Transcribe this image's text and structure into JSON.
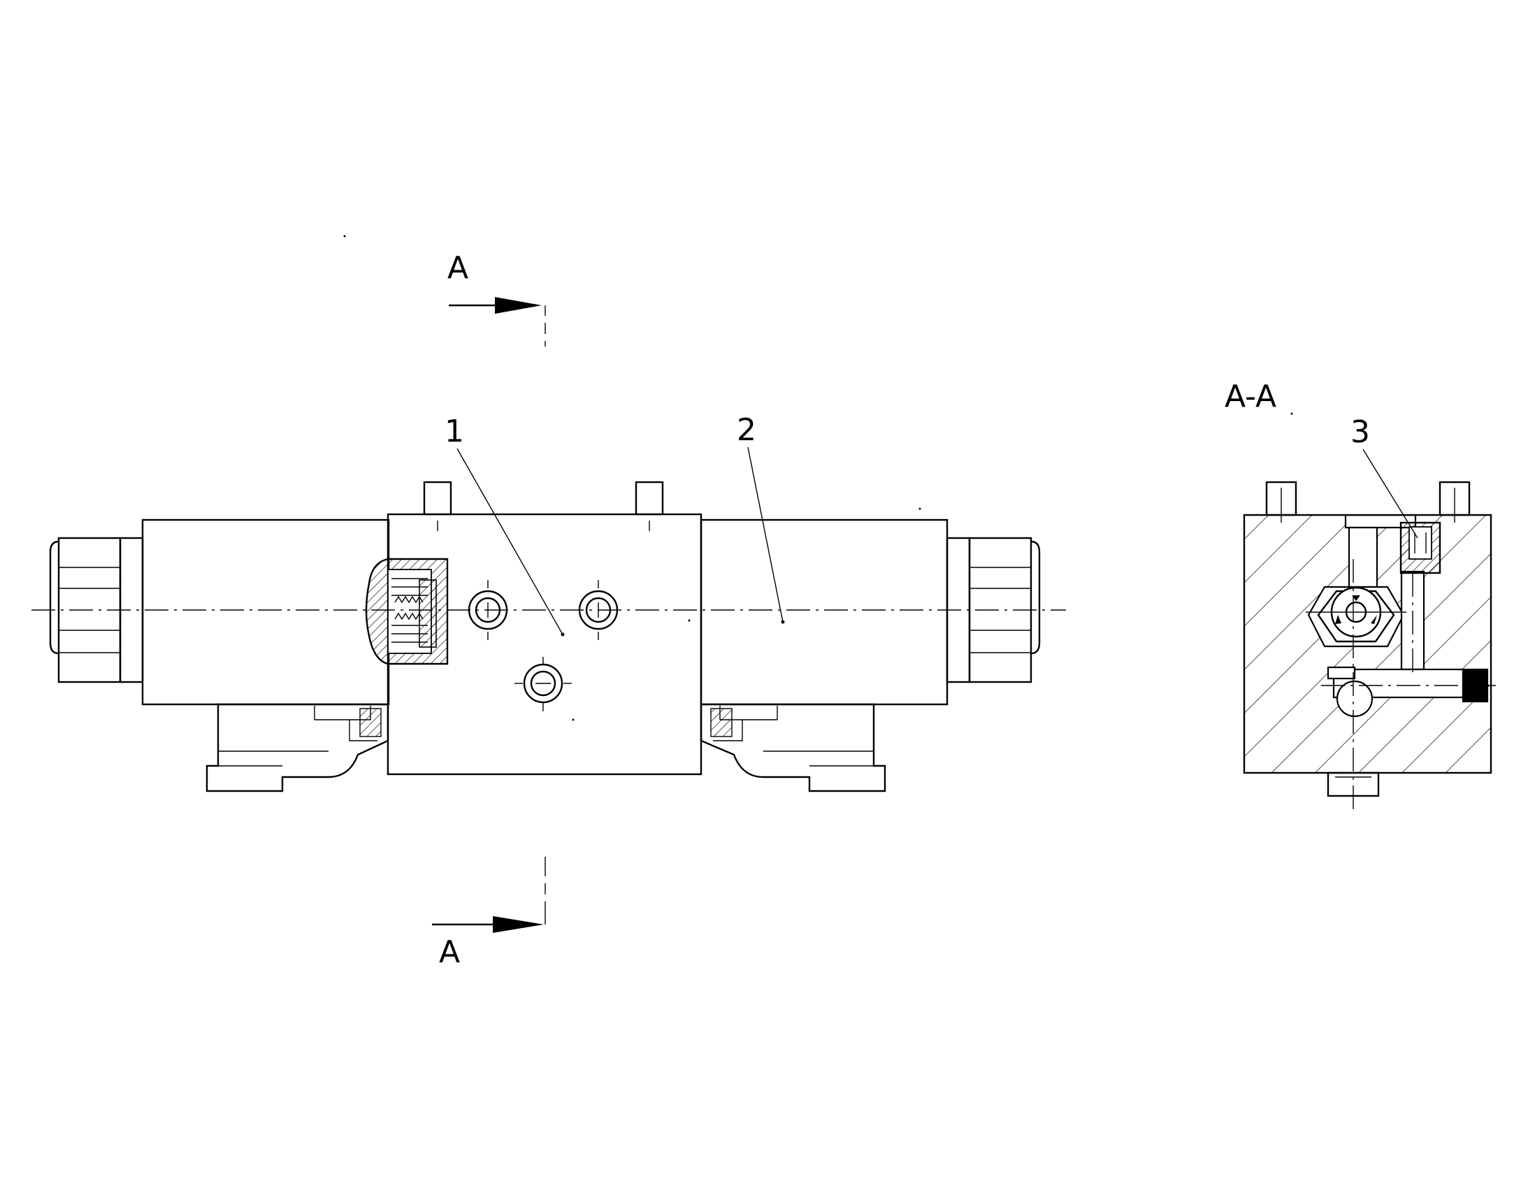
{
  "labels": {
    "section_mark_top": "A",
    "section_mark_bottom": "A",
    "section_view_title": "A-A",
    "callout_1": "1",
    "callout_2": "2",
    "callout_3": "3"
  }
}
